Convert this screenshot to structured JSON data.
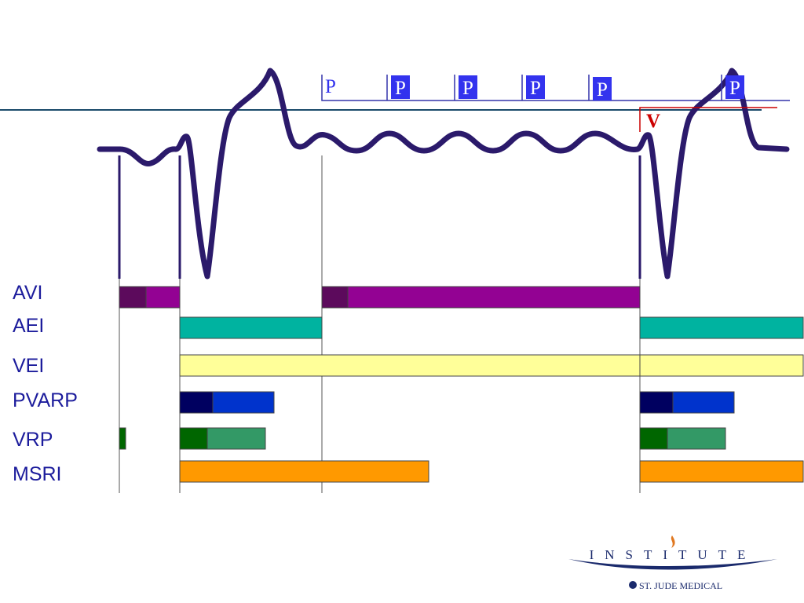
{
  "rows": [
    {
      "label": "AVI"
    },
    {
      "label": "AEI"
    },
    {
      "label": "VEI"
    },
    {
      "label": "PVARP"
    },
    {
      "label": "VRP"
    },
    {
      "label": "MSRI"
    }
  ],
  "markers": {
    "p_first": "P",
    "p_paced": [
      "P",
      "P",
      "P",
      "P",
      "P"
    ],
    "v": "V"
  },
  "colors": {
    "ecg": "#2b1a6b",
    "baseline": "#1a4a6a",
    "label": "#1c1c9c",
    "avi_dark": "#5c0a5c",
    "avi": "#930293",
    "aei": "#00b3a0",
    "vei": "#ffff99",
    "pvarp_dark": "#000060",
    "pvarp": "#0033cc",
    "vrp_dark": "#006600",
    "vrp": "#339966",
    "msri": "#ff9900",
    "p_box": "#3333ee",
    "v_marker": "#cc0000"
  },
  "logo": {
    "word": "INSTITUTE",
    "company": "ST. JUDE MEDICAL"
  }
}
